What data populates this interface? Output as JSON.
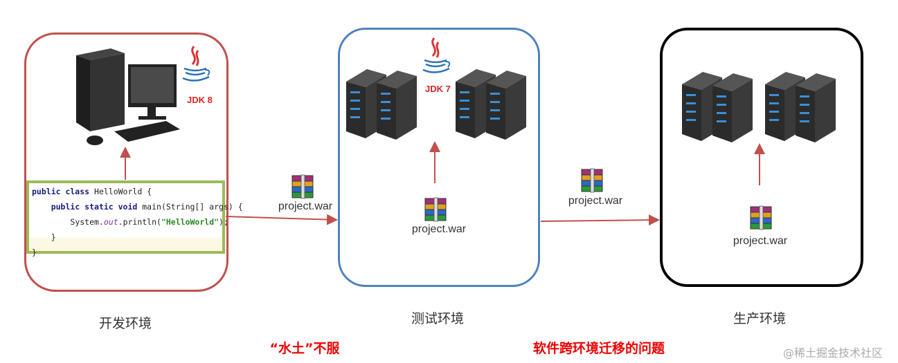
{
  "environments": [
    {
      "label": "开发环境",
      "jdk": "JDK 8",
      "border_color": "#c0504d"
    },
    {
      "label": "测试环境",
      "jdk": "JDK 7",
      "border_color": "#4f81bd",
      "artifact": "project.war"
    },
    {
      "label": "生产环境",
      "border_color": "#000000",
      "artifact": "project.war"
    }
  ],
  "code": {
    "line1_kw": "public class",
    "line1_rest": " HelloWorld {",
    "line2_kw": "public static void",
    "line2_rest": " main(String[] args) {",
    "line3_a": "System.",
    "line3_field": "out",
    "line3_b": ".println(",
    "line3_str": "\"HelloWorld\"",
    "line3_c": ");",
    "line4": "}",
    "line5": "}"
  },
  "transfers": [
    {
      "label": "project.war"
    },
    {
      "label": "project.war"
    }
  ],
  "captions": {
    "left": "“水土”不服",
    "right": "软件跨环境迁移的问题"
  },
  "watermark": "@稀土掘金技术社区",
  "icons": [
    "computer-icon",
    "java-logo-icon",
    "server-rack-icon",
    "winrar-archive-icon",
    "arrow-icon"
  ]
}
